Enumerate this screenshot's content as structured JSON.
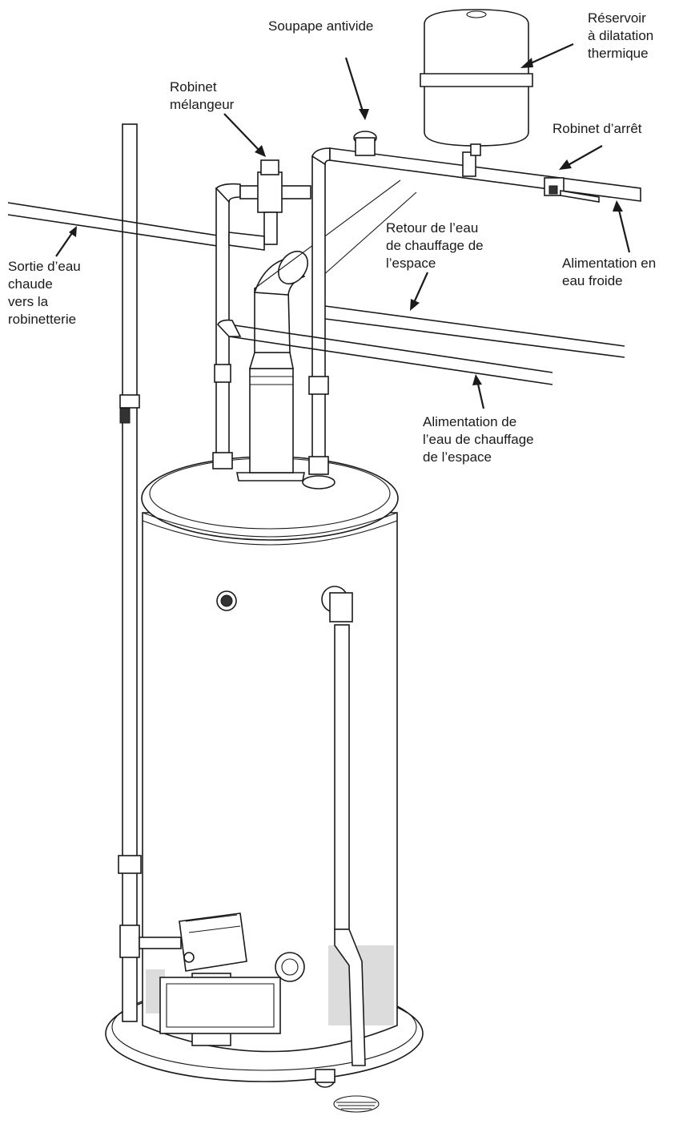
{
  "labels": {
    "expansion_tank": [
      "Réservoir",
      "à dilatation",
      "thermique"
    ],
    "vacuum_relief": [
      "Soupape antivide"
    ],
    "mixing_valve": [
      "Robinet",
      "mélangeur"
    ],
    "shutoff_valve": [
      "Robinet d’arrêt"
    ],
    "cold_supply": [
      "Alimentation en",
      "eau froide"
    ],
    "hot_outlet": [
      "Sortie d’eau",
      "chaude",
      "vers la",
      "robinetterie"
    ],
    "space_heat_return": [
      "Retour de l’eau",
      "de chauffage de",
      "l’espace"
    ],
    "space_heat_supply": [
      "Alimentation de",
      "l’eau de chauffage",
      "de l’espace"
    ]
  }
}
